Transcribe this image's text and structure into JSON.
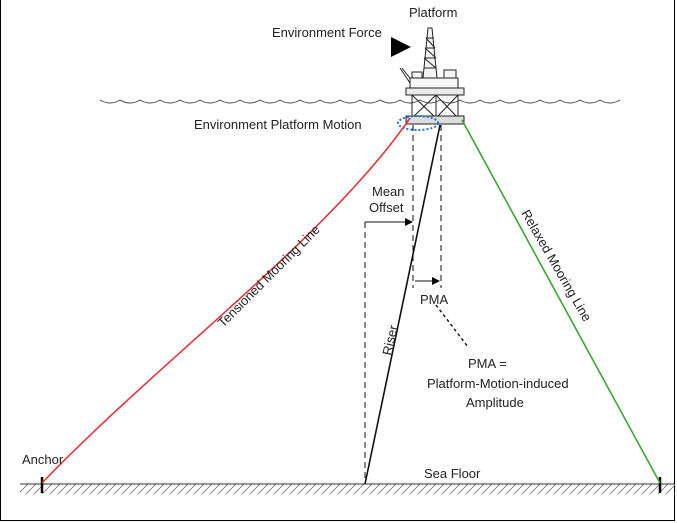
{
  "labels": {
    "platform": "Platform",
    "environment_force": "Environment Force",
    "environment_platform_motion": "Environment Platform Motion",
    "mean_offset_line1": "Mean",
    "mean_offset_line2": "Offset",
    "tensioned_mooring_line": "Tensioned Mooring Line",
    "relaxed_mooring_line": "Relaxed Mooring Line",
    "riser": "Riser",
    "pma": "PMA",
    "pma_def_line1": "PMA =",
    "pma_def_line2": "Platform-Motion-induced",
    "pma_def_line3": "Amplitude",
    "anchor": "Anchor",
    "sea_floor": "Sea Floor"
  },
  "colors": {
    "tensioned_line": "#e8333a",
    "relaxed_line": "#3aa635",
    "motion_ellipse": "#1e73d6",
    "ink": "#111111"
  }
}
